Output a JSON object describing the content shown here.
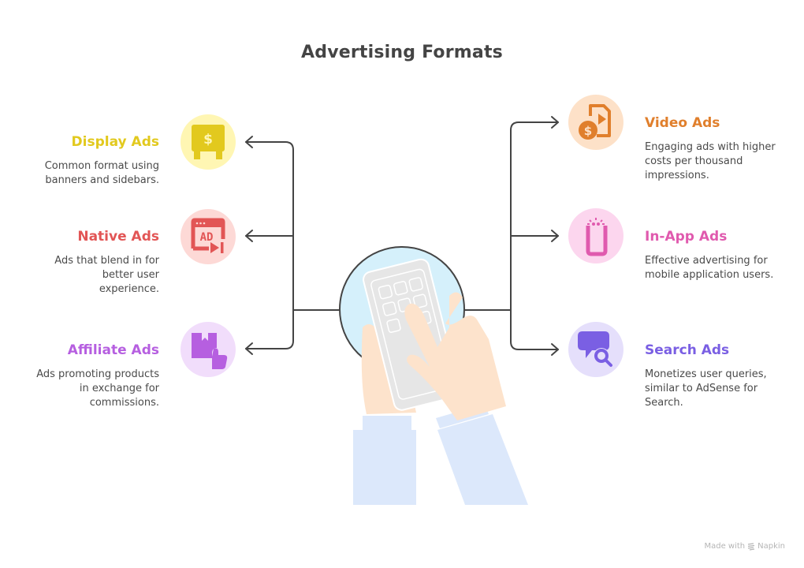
{
  "title": "Advertising Formats",
  "center_image": {
    "icon": "hands-holding-phone-icon"
  },
  "colors": {
    "connector": "#444444",
    "display": "#E2C91E",
    "display_bg": "#FFF6B3",
    "native": "#E25555",
    "native_bg": "#FDD9D6",
    "affiliate": "#B65FE0",
    "affiliate_bg": "#F1DDFB",
    "video": "#E07F2C",
    "video_bg": "#FDE1C8",
    "inapp": "#E05AAE",
    "inapp_bg": "#FCD6EE",
    "search": "#7A5FE3",
    "search_bg": "#E5DFFB"
  },
  "left_items": [
    {
      "heading": "Display Ads",
      "description": "Common format using banners and sidebars.",
      "icon": "display-billboard-icon"
    },
    {
      "heading": "Native Ads",
      "description": "Ads that blend in for better user experience.",
      "icon": "browser-ad-icon"
    },
    {
      "heading": "Affiliate Ads",
      "description": "Ads promoting products in exchange for commissions.",
      "icon": "package-thumbs-up-icon"
    }
  ],
  "right_items": [
    {
      "heading": "Video Ads",
      "description": "Engaging ads with higher costs per thousand impressions.",
      "icon": "video-dollar-icon"
    },
    {
      "heading": "In-App Ads",
      "description": "Effective advertising for mobile application users.",
      "icon": "mobile-phone-icon"
    },
    {
      "heading": "Search Ads",
      "description": "Monetizes user queries, similar to AdSense for Search.",
      "icon": "chat-search-icon"
    }
  ],
  "watermark": {
    "prefix": "Made with",
    "brand": "Napkin"
  }
}
